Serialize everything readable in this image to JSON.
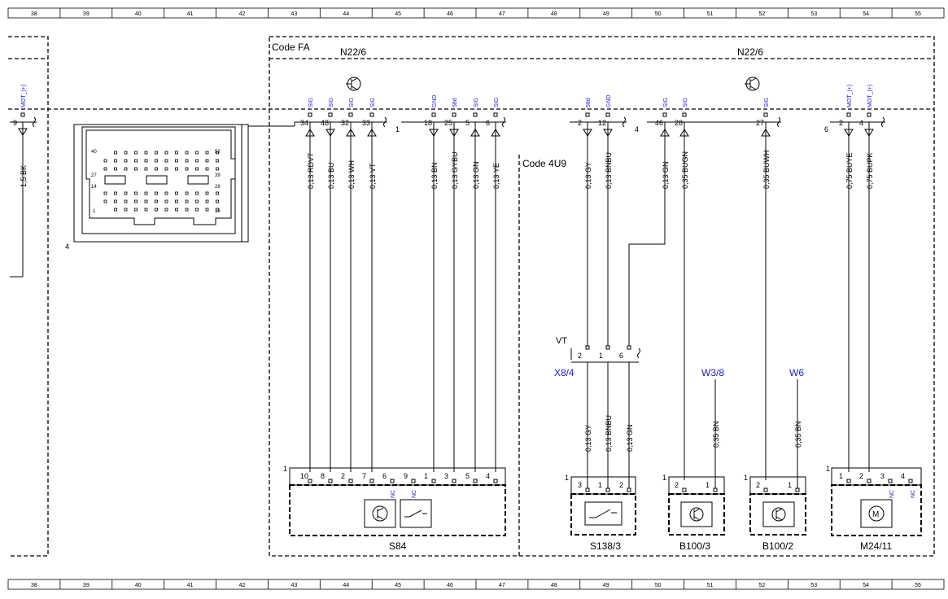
{
  "ruler": [
    "38",
    "39",
    "40",
    "41",
    "42",
    "43",
    "44",
    "45",
    "46",
    "47",
    "48",
    "49",
    "50",
    "51",
    "52",
    "53",
    "54",
    "55"
  ],
  "code_fa": "Code FA",
  "code_4u9": "Code 4U9",
  "n22_left": "N22/6",
  "n22_right": "N22/6",
  "vt": "VT",
  "group1": "1",
  "group2": "2",
  "group4": "4",
  "group4b": "4",
  "group6": "6",
  "conn4": "4",
  "left_pin": {
    "num": "9",
    "sig": "MOT_(+)",
    "wire": "1,5 BK"
  },
  "pins_top": [
    {
      "num": "34",
      "sig": "SIG",
      "wire": "0,13 RDVT"
    },
    {
      "num": "48",
      "sig": "SIG",
      "wire": "0,13 BU"
    },
    {
      "num": "32",
      "sig": "SIG",
      "wire": "0,13 WH"
    },
    {
      "num": "33",
      "sig": "SIG",
      "wire": "0,13 VT"
    },
    {
      "num": "18",
      "sig": "GND",
      "wire": "0,13 BN"
    },
    {
      "num": "25",
      "sig": "58d",
      "wire": "0,13 GYBU"
    },
    {
      "num": "5",
      "sig": "SIG",
      "wire": "0,13 GN"
    },
    {
      "num": "6",
      "sig": "SIG",
      "wire": "0,13 YE"
    },
    {
      "num": "2",
      "sig": "58d",
      "wire": "0,13 GY"
    },
    {
      "num": "12",
      "sig": "GND",
      "wire": "0,13 BNBU"
    },
    {
      "num": "46",
      "sig": "SIG",
      "wire": "0,13 GN"
    },
    {
      "num": "28",
      "sig": "SIG",
      "wire": "0,35 BUGN"
    },
    {
      "num": "27",
      "sig": "SIG",
      "wire": "0,35 BUWH"
    },
    {
      "num": "2",
      "sig": "MOT_(+)",
      "wire": "0,75 BUYE"
    },
    {
      "num": "4",
      "sig": "MOT_(+)",
      "wire": "0,75 BUPK"
    }
  ],
  "connector_face": {
    "tl": "40",
    "tr": "52",
    "ml": "27",
    "mr": "39",
    "l2": "14",
    "r2": "26",
    "bl": "1",
    "br": "13"
  },
  "vt_pins": [
    "2",
    "1",
    "6"
  ],
  "lower_wires": [
    "0,13 GY",
    "0,13 BNBU",
    "0,13 GN",
    "0,35 BN",
    "0,35 BN"
  ],
  "refs": {
    "x84": "X8/4",
    "w38": "W3/8",
    "w6": "W6"
  },
  "s84_pins": [
    "10",
    "8",
    "2",
    "7",
    "6",
    "9",
    "1",
    "3",
    "5",
    "4"
  ],
  "s84_nc": [
    "NC",
    "NC"
  ],
  "s138_pins": [
    "3",
    "1",
    "2"
  ],
  "b1003_pins": [
    "2",
    "1"
  ],
  "b1002_pins": [
    "2",
    "1"
  ],
  "m2411_pins": [
    "1",
    "2",
    "3",
    "4"
  ],
  "m2411_nc": [
    "NC",
    "NC"
  ],
  "components": {
    "s84": "S84",
    "s138": "S138/3",
    "b1003": "B100/3",
    "b1002": "B100/2",
    "m2411": "M24/11"
  }
}
